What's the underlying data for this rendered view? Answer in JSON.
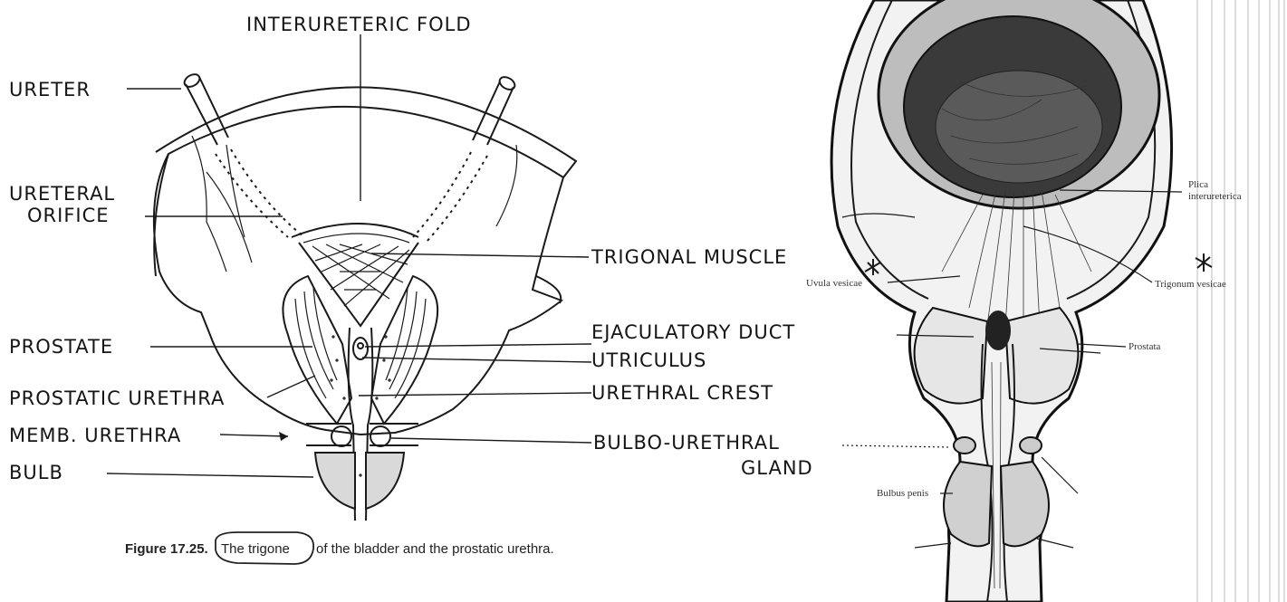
{
  "left_figure": {
    "labels": {
      "interureteric_fold": "INTERURETERIC  FOLD",
      "ureter": "URETER",
      "ureteral": "URETERAL",
      "orifice": "ORIFICE",
      "trigonal_muscle": "TRIGONAL  MUSCLE",
      "prostate": "PROSTATE",
      "ejaculatory_duct": "EJACULATORY  DUCT",
      "utriculus": "UTRICULUS",
      "prostatic_urethra": "PROSTATIC  URETHRA",
      "urethral_crest": "URETHRAL  CREST",
      "memb_urethra": "MEMB.  URETHRA",
      "bulbo_urethral": "BULBO-URETHRAL",
      "gland": "GLAND",
      "bulb": "BULB"
    },
    "caption": {
      "number": "Figure 17.25.",
      "highlighted": "The trigone",
      "rest": "of the bladder and the prostatic urethra."
    }
  },
  "right_figure": {
    "labels": {
      "plica": "Plica",
      "interureterica": "interureterica",
      "trigonum_vesicae": "Trigonum vesicae",
      "uvula_vesicae": "Uvula vesicae",
      "prostata": "Prostata",
      "bulbus_penis": "Bulbus penis"
    }
  }
}
